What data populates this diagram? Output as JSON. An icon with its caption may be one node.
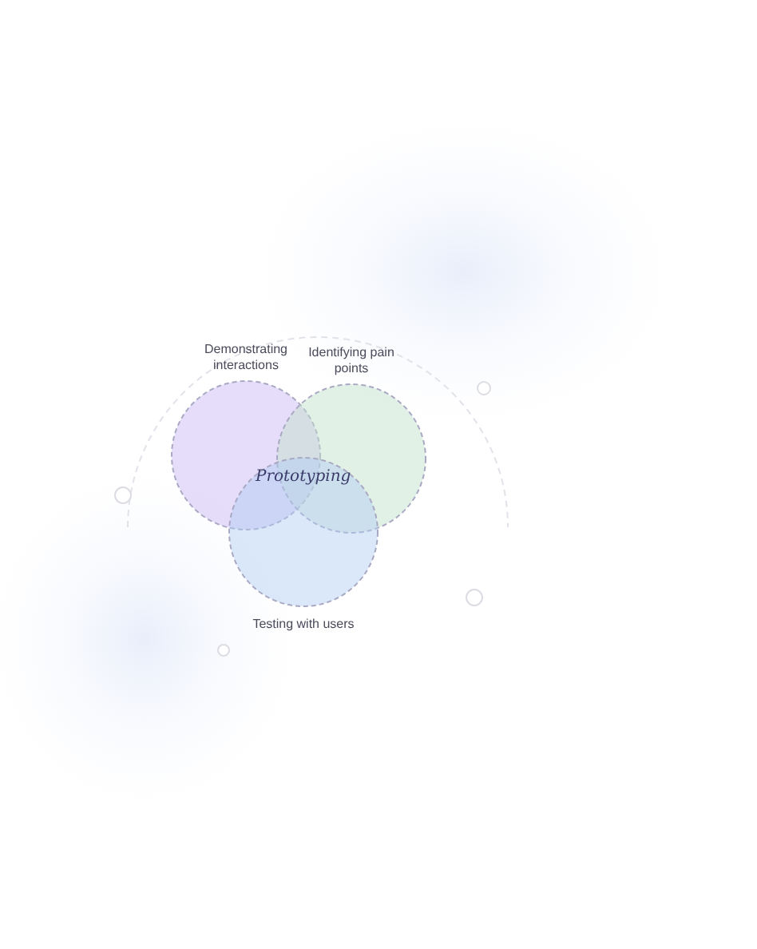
{
  "diagram": {
    "nodes": [
      {
        "text": [
          "Demonstrating interactions"
        ]
      },
      {
        "text": [
          "Identifying pain points"
        ]
      },
      {
        "text": [
          "Testing with users"
        ]
      }
    ],
    "labels": [
      "Prototyping"
    ]
  }
}
